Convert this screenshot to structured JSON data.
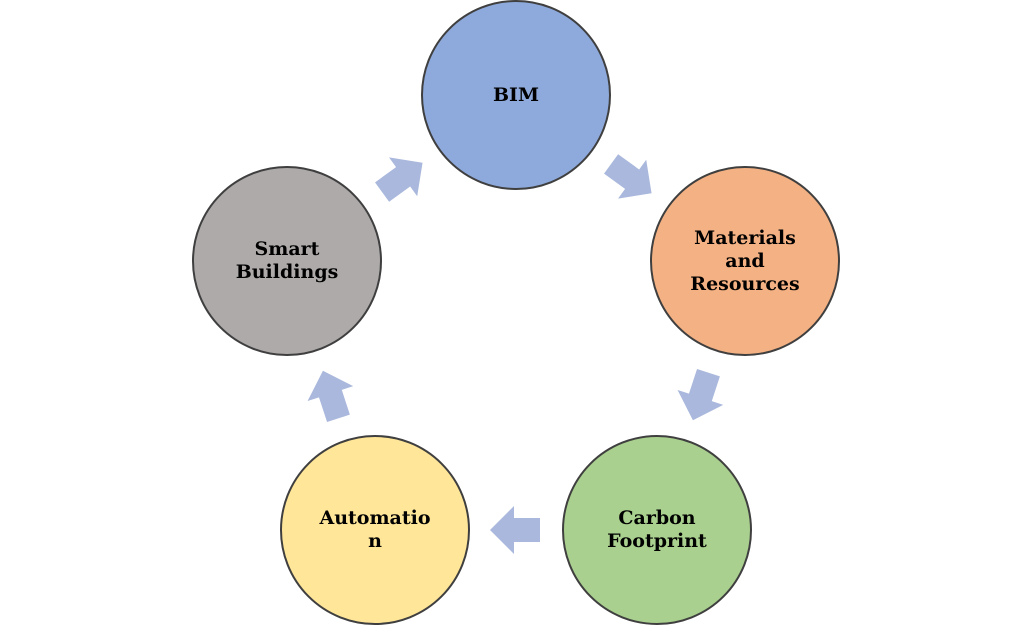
{
  "diagram": {
    "type": "cycle",
    "arrow_color": "#a9b8dc",
    "nodes": [
      {
        "id": "bim",
        "label": "BIM",
        "color": "#8eaadc"
      },
      {
        "id": "materials",
        "label": "Materials\nand\nResources",
        "color": "#f4b183"
      },
      {
        "id": "carbon",
        "label": "Carbon\nFootprint",
        "color": "#a9d08e"
      },
      {
        "id": "automation",
        "label": "Automatio\nn",
        "color": "#ffe699"
      },
      {
        "id": "smart",
        "label": "Smart\nBuildings",
        "color": "#aeaaaa"
      }
    ]
  }
}
